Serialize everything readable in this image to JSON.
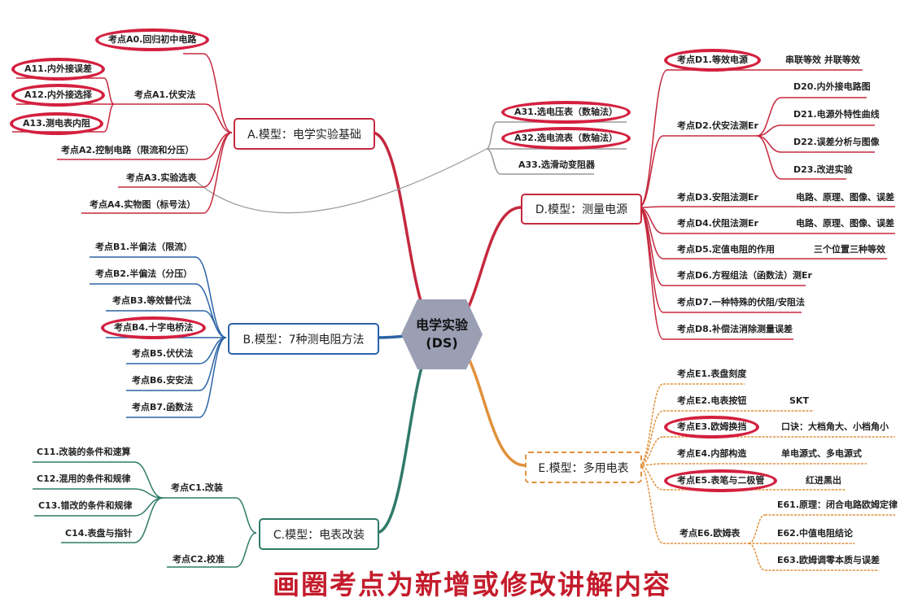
{
  "center": {
    "line1": "电学实验",
    "line2": "(DS)"
  },
  "caption": "画圈考点为新增或修改讲解内容",
  "colors": {
    "A": "#c5283e",
    "B": "#2b63a6",
    "C": "#2f7a68",
    "D": "#c5283e",
    "E": "#e0913c",
    "link": "#999999",
    "circle": "#d4203f"
  },
  "branches": {
    "A": {
      "title": "A.模型：电学实验基础",
      "items": {
        "A0": "考点A0.回归初中电路",
        "A1": "考点A1.伏安法",
        "A11": "A11.内外接误差",
        "A12": "A12.内外接选择",
        "A13": "A13.测电表内阻",
        "A2": "考点A2.控制电路（限流和分压）",
        "A3": "考点A3.实验选表",
        "A31": "A31.选电压表（数轴法）",
        "A32": "A32.选电流表（数轴法）",
        "A33": "A33.选滑动变阻器",
        "A4": "考点A4.实物图（标号法）"
      }
    },
    "B": {
      "title": "B.模型：7种测电阻方法",
      "items": {
        "B1": "考点B1.半偏法（限流）",
        "B2": "考点B2.半偏法（分压）",
        "B3": "考点B3.等效替代法",
        "B4": "考点B4.十字电桥法",
        "B5": "考点B5.伏伏法",
        "B6": "考点B6.安安法",
        "B7": "考点B7.函数法"
      }
    },
    "C": {
      "title": "C.模型：电表改装",
      "items": {
        "C1": "考点C1.改装",
        "C11": "C11.改装的条件和速算",
        "C12": "C12.混用的条件和规律",
        "C13": "C13.错改的条件和规律",
        "C14": "C14.表盘与指针",
        "C2": "考点C2.校准"
      }
    },
    "D": {
      "title": "D.模型：测量电源",
      "items": {
        "D1": "考点D1.等效电源",
        "D2": "考点D2.伏安法测Er",
        "D20": "D20.内外接电路图",
        "D21": "D21.电源外特性曲线",
        "D22": "D22.误差分析与图像",
        "D23": "D23.改进实验",
        "D3": "考点D3.安阻法测Er",
        "D4": "考点D4.伏阻法测Er",
        "D5": "考点D5.定值电阻的作用",
        "D6": "考点D6.方程组法（函数法）测Er",
        "D7": "考点D7.一种特殊的伏阻/安阻法",
        "D8": "考点D8.补偿法消除测量误差"
      },
      "notes": {
        "D1": "串联等效  并联等效",
        "D3": "电路、原理、图像、误差",
        "D4": "电路、原理、图像、误差",
        "D5": "三个位置三种等效"
      }
    },
    "E": {
      "title": "E.模型：多用电表",
      "items": {
        "E1": "考点E1.表盘刻度",
        "E2": "考点E2.电表按钮",
        "E3": "考点E3.欧姆换挡",
        "E4": "考点E4.内部构造",
        "E5": "考点E5.表笔与二极管",
        "E6": "考点E6.欧姆表",
        "E61": "E61.原理：闭合电路欧姆定律",
        "E62": "E62.中值电阻结论",
        "E63": "E63.欧姆调零本质与误差"
      },
      "notes": {
        "E2": "SKT",
        "E3": "口诀：大档角大、小档角小",
        "E4": "单电源式、多电源式",
        "E5": "红进黑出"
      }
    }
  }
}
